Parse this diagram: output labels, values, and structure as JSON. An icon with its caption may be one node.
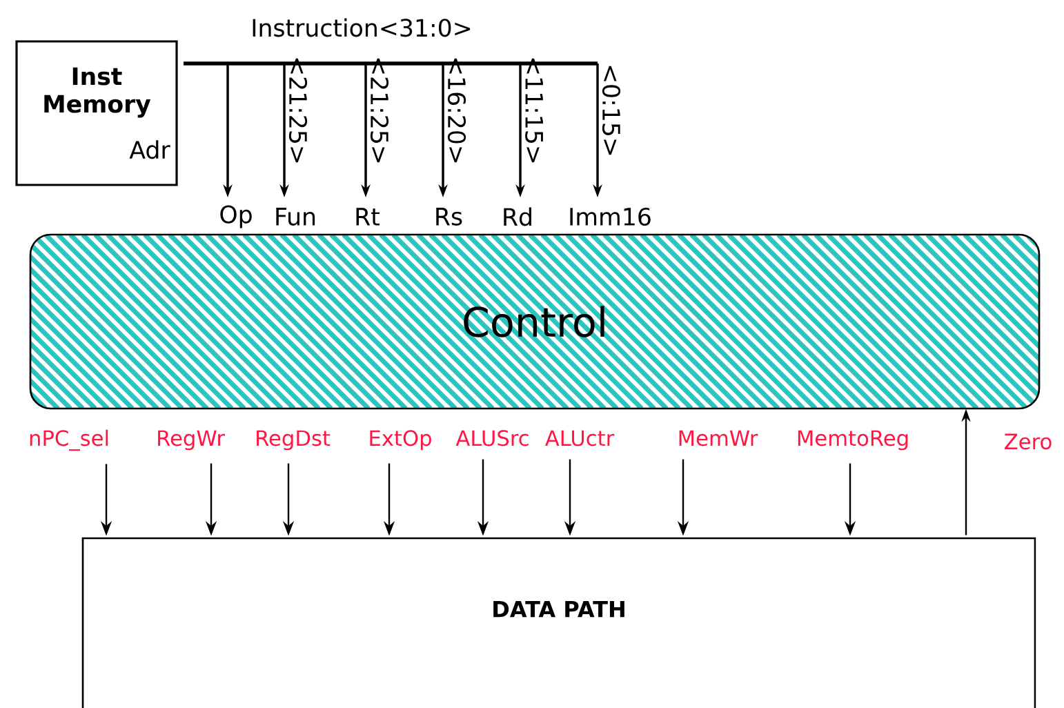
{
  "diagram": {
    "nodes": [
      {
        "text": [
          "Inst Memory",
          "Adr"
        ]
      },
      {
        "text": [
          "Instruction<31:0>"
        ]
      },
      {
        "text": [
          "Op"
        ]
      },
      {
        "text": [
          "Fun"
        ]
      },
      {
        "text": [
          "Rt"
        ]
      },
      {
        "text": [
          "Rs"
        ]
      },
      {
        "text": [
          "Rd"
        ]
      },
      {
        "text": [
          "Imm16"
        ]
      },
      {
        "text": [
          "Control"
        ]
      },
      {
        "text": [
          "nPC_sel"
        ]
      },
      {
        "text": [
          "RegWr"
        ]
      },
      {
        "text": [
          "RegDst"
        ]
      },
      {
        "text": [
          "ExtOp"
        ]
      },
      {
        "text": [
          "ALUSrc"
        ]
      },
      {
        "text": [
          "ALUctr"
        ]
      },
      {
        "text": [
          "MemWr"
        ]
      },
      {
        "text": [
          "MemtoReg"
        ]
      },
      {
        "text": [
          "DATA PATH"
        ]
      }
    ],
    "edges": [
      {
        "from": 1,
        "to": 2,
        "arrow": "to"
      },
      {
        "from": 1,
        "to": 3,
        "arrow": "to",
        "label": "<21:25>"
      },
      {
        "from": 1,
        "to": 4,
        "arrow": "to",
        "label": "<21:25>"
      },
      {
        "from": 1,
        "to": 5,
        "arrow": "to",
        "label": "<16:20>"
      },
      {
        "from": 1,
        "to": 6,
        "arrow": "to",
        "label": "<11:15>"
      },
      {
        "from": 1,
        "to": 7,
        "arrow": "to",
        "label": "<0:15>"
      },
      {
        "from": 9,
        "to": 17,
        "arrow": "to"
      },
      {
        "from": 10,
        "to": 17,
        "arrow": "to"
      },
      {
        "from": 11,
        "to": 17,
        "arrow": "to"
      },
      {
        "from": 12,
        "to": 17,
        "arrow": "to"
      },
      {
        "from": 13,
        "to": 17,
        "arrow": "to"
      },
      {
        "from": 14,
        "to": 17,
        "arrow": "to"
      },
      {
        "from": 15,
        "to": 17,
        "arrow": "to"
      },
      {
        "from": 16,
        "to": 17,
        "arrow": "to"
      },
      {
        "from": 17,
        "to": 8,
        "arrow": "to",
        "label": "Zero"
      }
    ]
  }
}
